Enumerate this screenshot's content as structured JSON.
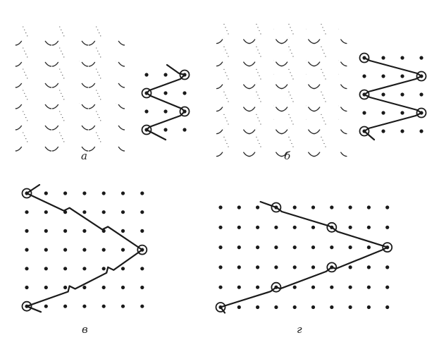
{
  "captions": {
    "a": "а",
    "b": "б",
    "v": "в",
    "g": "г"
  },
  "colors": {
    "ink": "#1a1a1a",
    "paper": "#ffffff"
  },
  "panels": [
    {
      "id": "a",
      "content": "knitted-structure-with-lapping-diagram"
    },
    {
      "id": "b",
      "content": "knitted-structure-with-lapping-diagram"
    },
    {
      "id": "v",
      "content": "lapping-diagram-point-paper"
    },
    {
      "id": "g",
      "content": "lapping-diagram-point-paper"
    }
  ]
}
